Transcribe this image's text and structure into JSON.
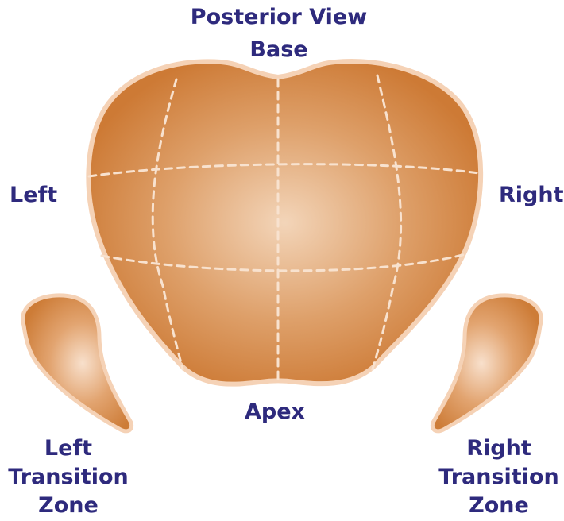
{
  "labels": {
    "title": "Posterior View",
    "base": "Base",
    "left": "Left",
    "right": "Right",
    "apex": "Apex",
    "left_tz": "Left\nTransition\nZone",
    "right_tz": "Right\nTransition\nZone"
  },
  "colors": {
    "text": "#2e2a7d",
    "gland_outline": "#f5d0b4",
    "gland_light": "#f3d3b6",
    "gland_mid": "#dc9a5c",
    "gland_dark": "#cc7a33",
    "zone_lines": "#f8e2cf"
  },
  "regions": [
    "left-base",
    "left-mid-base",
    "right-mid-base",
    "right-base",
    "left-mid",
    "left-mid-center",
    "right-mid-center",
    "right-mid",
    "left-apex",
    "left-mid-apex",
    "right-mid-apex",
    "right-apex"
  ]
}
